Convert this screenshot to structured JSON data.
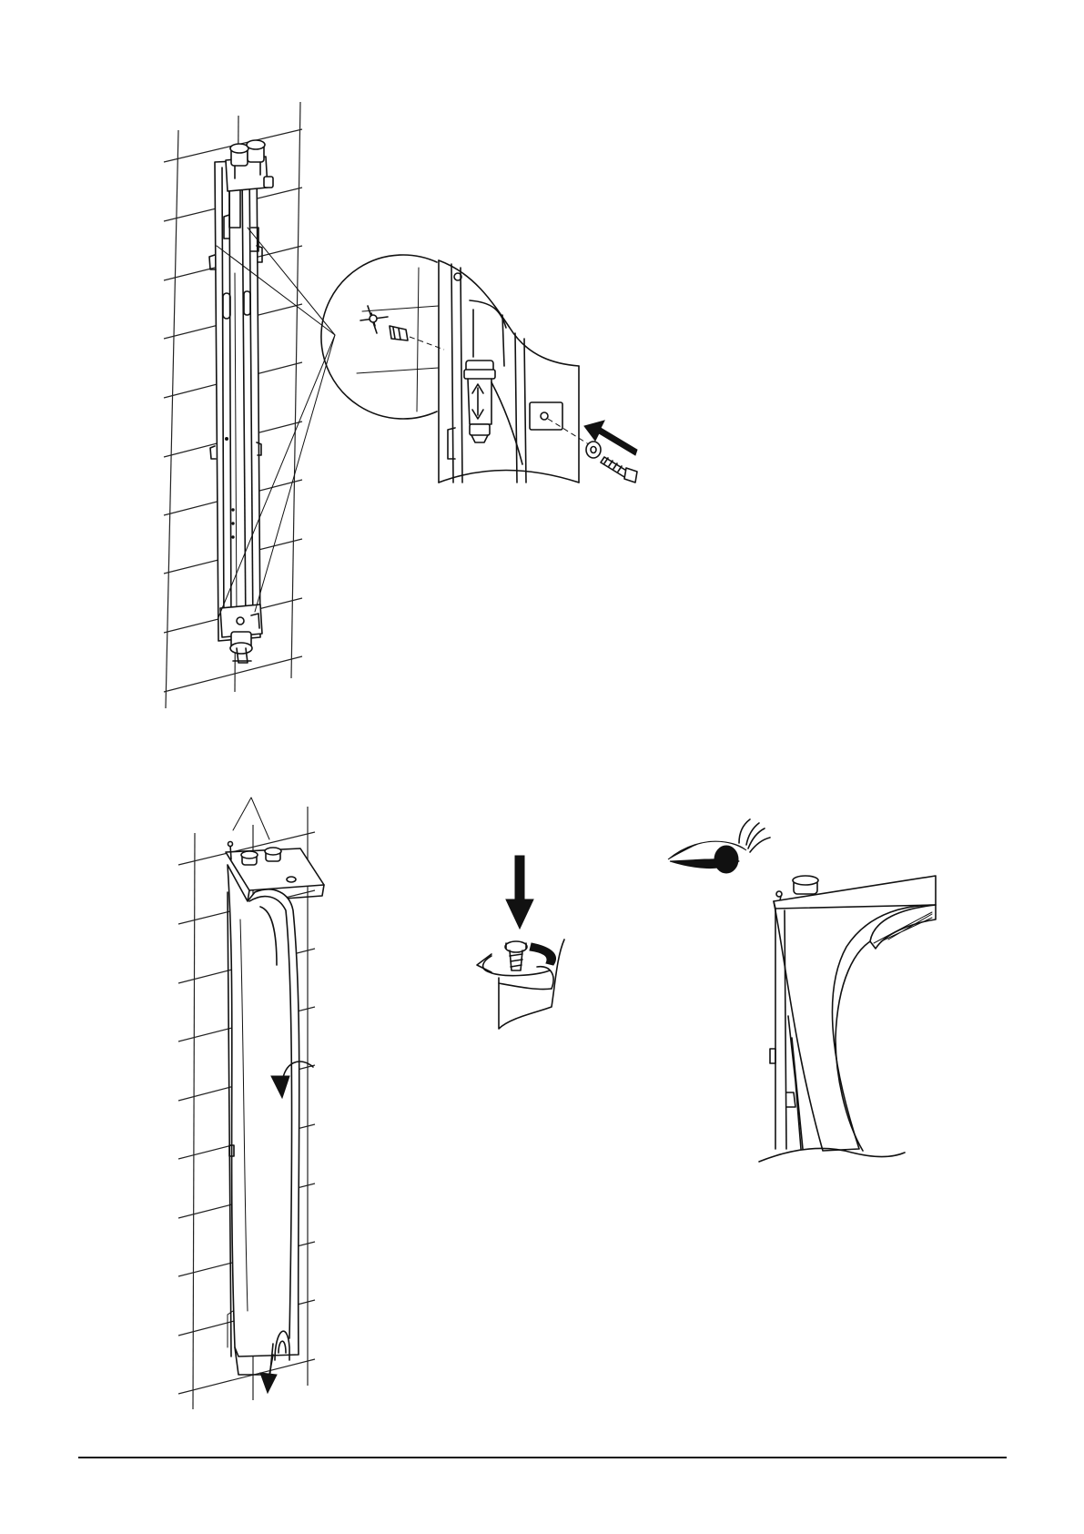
{
  "document": {
    "kind": "installation-instructions-page",
    "panels": [
      {
        "id": "step-1",
        "content": "rail-wall-mounting"
      },
      {
        "id": "step-1-detail",
        "content": "rail-fixing-detail"
      },
      {
        "id": "step-2",
        "content": "cover-fitting"
      },
      {
        "id": "step-2-detail",
        "content": "cover-screw-detail"
      },
      {
        "id": "step-3",
        "content": "visual-check-detail"
      }
    ],
    "icons": [
      "wall-grid",
      "shower-rail",
      "magnifier-callout",
      "dowel",
      "screw",
      "washer",
      "push-arrow",
      "rotate-arrow",
      "eye-icon",
      "shower-head"
    ]
  }
}
